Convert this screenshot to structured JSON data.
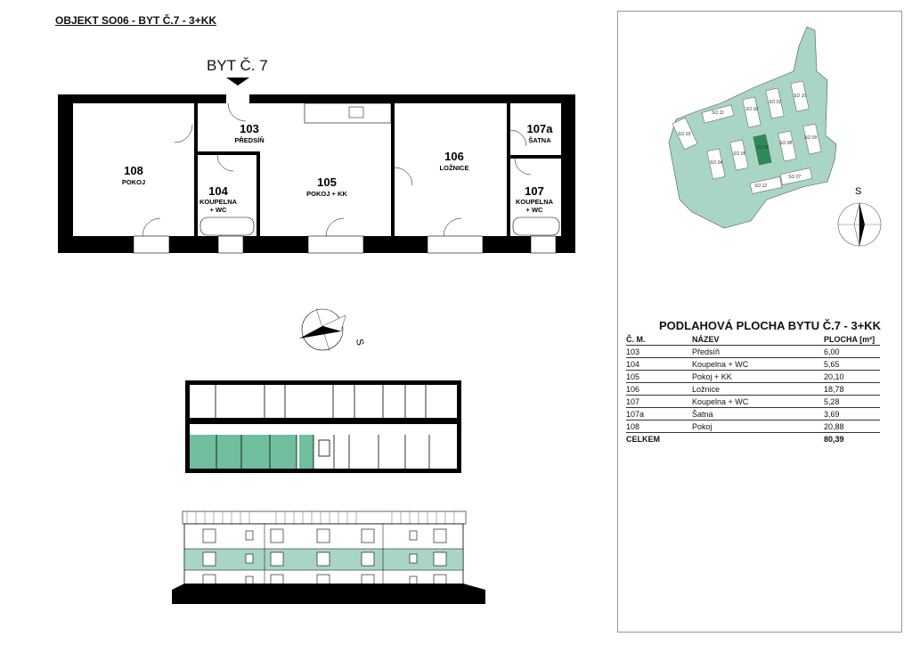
{
  "header": {
    "title": "OBJEKT SO06 - BYT Č.7 - 3+KK",
    "unit_label": "BYT Č. 7"
  },
  "rooms": [
    {
      "number": "108",
      "name": "POKOJ"
    },
    {
      "number": "103",
      "name": "PŘEDSÍŇ"
    },
    {
      "number": "104",
      "name": "KOUPELNA",
      "name2": "+ WC"
    },
    {
      "number": "105",
      "name": "POKOJ + KK"
    },
    {
      "number": "106",
      "name": "LOŽNICE"
    },
    {
      "number": "107a",
      "name": "ŠATNA"
    },
    {
      "number": "107",
      "name": "KOUPELNA",
      "name2": "+ WC"
    }
  ],
  "compass": {
    "label": "S"
  },
  "site_plan": {
    "compass_label": "S",
    "buildings": [
      "SO 01",
      "SO 02",
      "SO 03",
      "SO 04",
      "SO 05",
      "SO 06",
      "SO 07",
      "SO 08",
      "SO 09",
      "SO 10",
      "SO 11",
      "SO 12"
    ],
    "colors": {
      "site": "#a8d5c4",
      "highlight": "#2e8b57"
    }
  },
  "area_table": {
    "title": "PODLAHOVÁ PLOCHA BYTU Č.7 - 3+KK",
    "columns": [
      "Č. M.",
      "NÁZEV",
      "PLOCHA [m²]"
    ],
    "rows": [
      [
        "103",
        "Předsíň",
        "6,00"
      ],
      [
        "104",
        "Koupelna + WC",
        "5,65"
      ],
      [
        "105",
        "Pokoj + KK",
        "20,10"
      ],
      [
        "106",
        "Ložnice",
        "18,78"
      ],
      [
        "107",
        "Koupelna + WC",
        "5,28"
      ],
      [
        "107a",
        "Šatna",
        "3,69"
      ],
      [
        "108",
        "Pokoj",
        "20,88"
      ]
    ],
    "total": [
      "CELKEM",
      "",
      "80,39"
    ]
  },
  "colors": {
    "highlight": "#6fbf9f",
    "wall": "#000000"
  }
}
